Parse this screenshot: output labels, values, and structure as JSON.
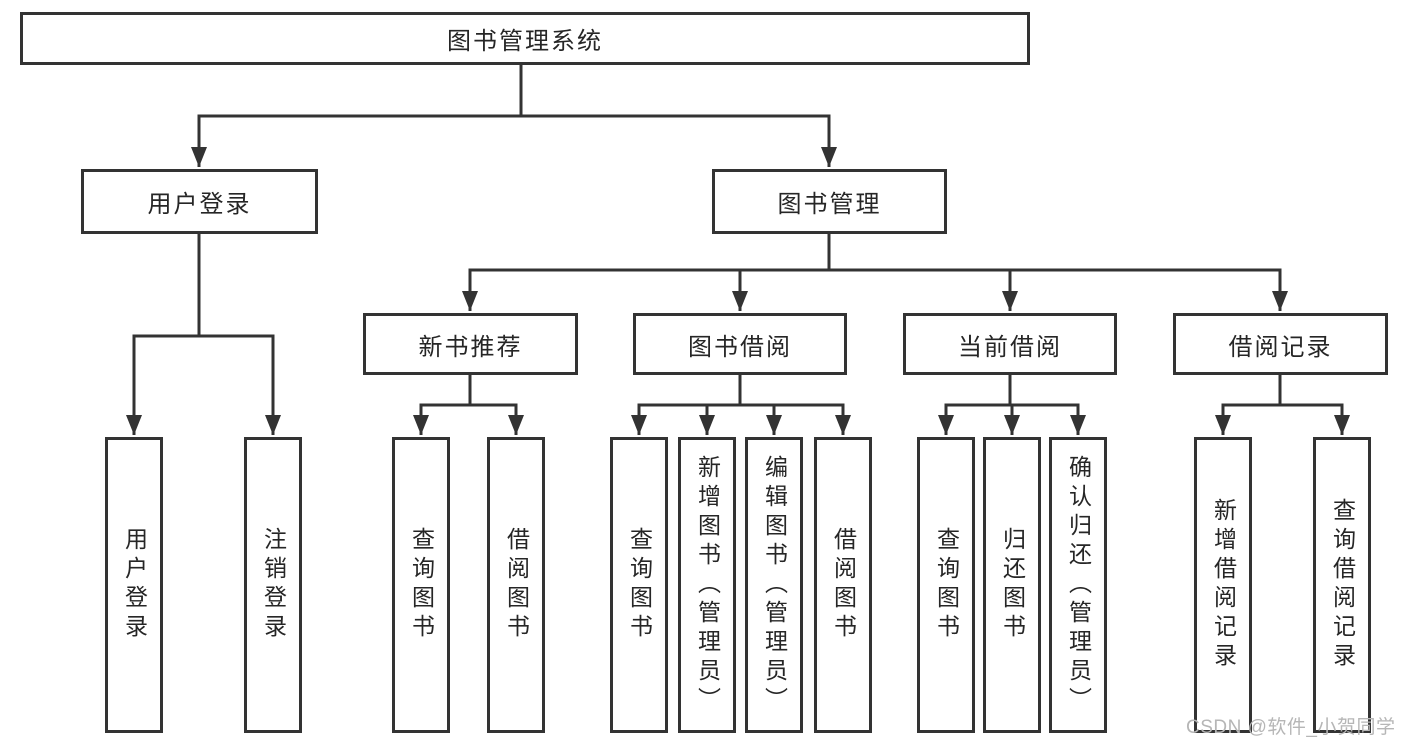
{
  "diagram": {
    "root": {
      "label": "图书管理系统"
    },
    "level2": [
      {
        "id": "user-login-branch",
        "label": "用户登录"
      },
      {
        "id": "book-management-branch",
        "label": "图书管理"
      }
    ],
    "level3": [
      {
        "id": "new-book-recommend",
        "label": "新书推荐",
        "parent": "图书管理"
      },
      {
        "id": "book-borrow",
        "label": "图书借阅",
        "parent": "图书管理"
      },
      {
        "id": "current-borrow",
        "label": "当前借阅",
        "parent": "图书管理"
      },
      {
        "id": "borrow-records",
        "label": "借阅记录",
        "parent": "图书管理"
      }
    ],
    "leaves": [
      {
        "id": "user-login",
        "label": "用户登录",
        "parent": "用户登录"
      },
      {
        "id": "logout",
        "label": "注销登录",
        "parent": "用户登录"
      },
      {
        "id": "query-books-recommend",
        "label": "查询图书",
        "parent": "新书推荐"
      },
      {
        "id": "borrow-books-recommend",
        "label": "借阅图书",
        "parent": "新书推荐"
      },
      {
        "id": "query-books-borrow",
        "label": "查询图书",
        "parent": "图书借阅"
      },
      {
        "id": "add-book-admin",
        "label": "新增图书（管理员）",
        "parent": "图书借阅"
      },
      {
        "id": "edit-book-admin",
        "label": "编辑图书（管理员）",
        "parent": "图书借阅"
      },
      {
        "id": "borrow-books",
        "label": "借阅图书",
        "parent": "图书借阅"
      },
      {
        "id": "query-books-current",
        "label": "查询图书",
        "parent": "当前借阅"
      },
      {
        "id": "return-books",
        "label": "归还图书",
        "parent": "当前借阅"
      },
      {
        "id": "confirm-return-admin",
        "label": "确认归还（管理员）",
        "parent": "当前借阅"
      },
      {
        "id": "add-borrow-record",
        "label": "新增借阅记录",
        "parent": "借阅记录"
      },
      {
        "id": "query-borrow-record",
        "label": "查询借阅记录",
        "parent": "借阅记录"
      }
    ],
    "watermark": "CSDN @软件_小贺同学",
    "colors": {
      "line": "#333333",
      "box_border": "#333333",
      "box_fill": "#ffffff",
      "text": "#262626",
      "background": "#ffffff",
      "watermark": "#b6b6b6"
    }
  }
}
